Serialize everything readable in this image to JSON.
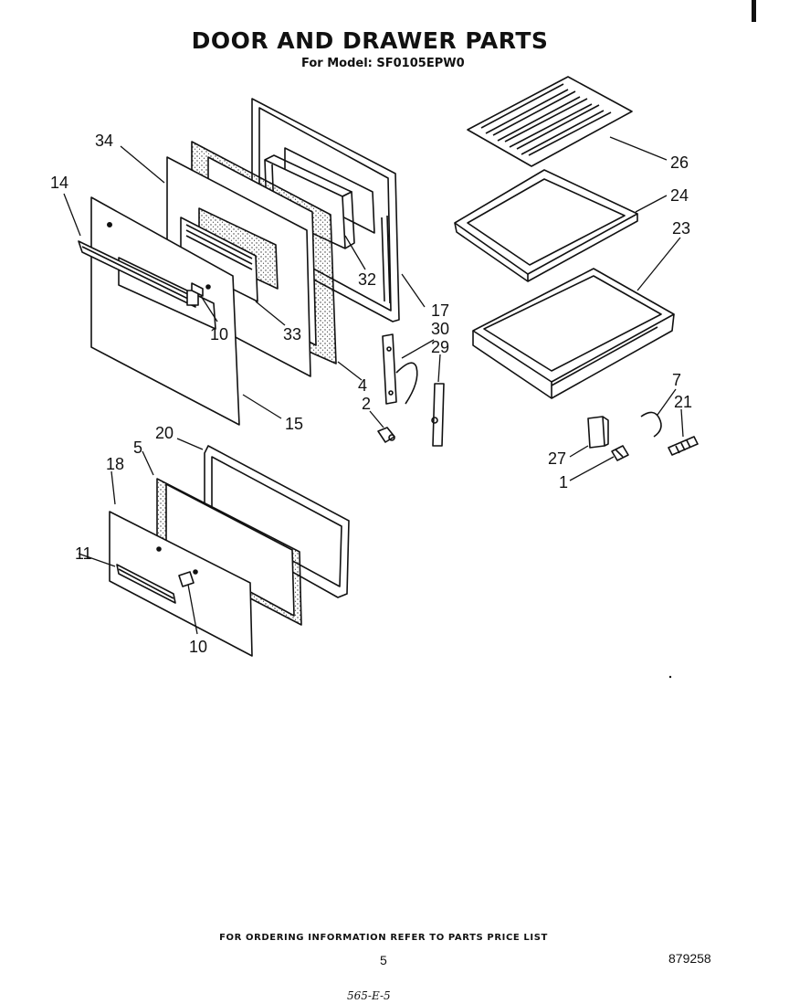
{
  "title": "DOOR AND DRAWER PARTS",
  "model_line": "For Model: SF0105EPW0",
  "footer_note": "FOR ORDERING INFORMATION REFER TO PARTS PRICE LIST",
  "page_number": "5",
  "document_number": "879258",
  "handwritten_note": "565-E-5",
  "callouts": {
    "c14": "14",
    "c34": "34",
    "c32": "32",
    "c17": "17",
    "c30": "30",
    "c29": "29",
    "c10a": "10",
    "c33": "33",
    "c4": "4",
    "c2": "2",
    "c15": "15",
    "c26": "26",
    "c24": "24",
    "c23": "23",
    "c7": "7",
    "c21": "21",
    "c27": "27",
    "c1": "1",
    "c20": "20",
    "c5": "5",
    "c18": "18",
    "c11": "11",
    "c10b": "10"
  }
}
